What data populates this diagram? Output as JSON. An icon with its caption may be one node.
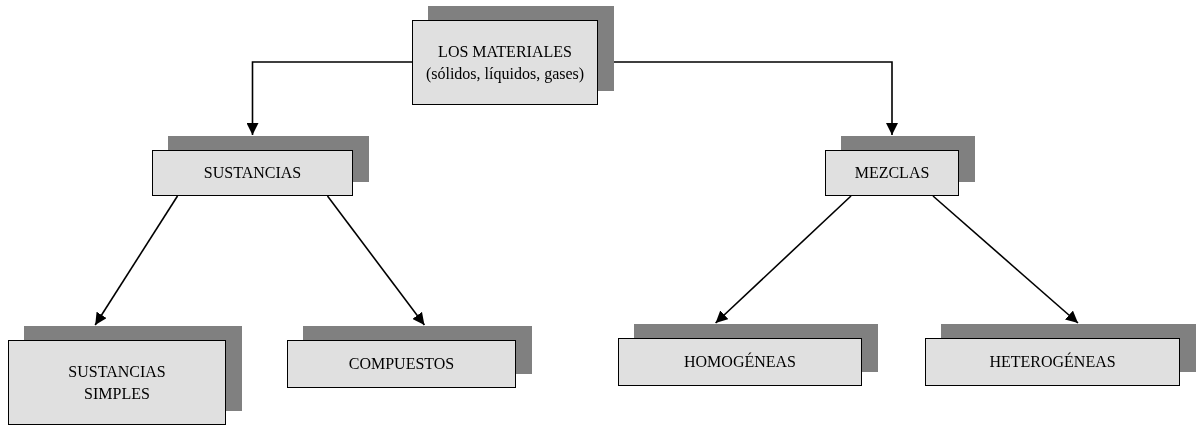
{
  "diagram": {
    "nodes": [
      {
        "text": [
          "LOS MATERIALES (sólidos, líquidos, gases)"
        ]
      },
      {
        "text": [
          "SUSTANCIAS"
        ]
      },
      {
        "text": [
          "MEZCLAS"
        ]
      },
      {
        "text": [
          "SUSTANCIAS SIMPLES"
        ]
      },
      {
        "text": [
          "COMPUESTOS"
        ]
      },
      {
        "text": [
          "HOMOGÉNEAS"
        ]
      },
      {
        "text": [
          "HETEROGÉNEAS"
        ]
      }
    ],
    "edges": [
      {
        "from": 0,
        "to": 1,
        "arrow": "to"
      },
      {
        "from": 0,
        "to": 2,
        "arrow": "to"
      },
      {
        "from": 1,
        "to": 3,
        "arrow": "to"
      },
      {
        "from": 1,
        "to": 4,
        "arrow": "to"
      },
      {
        "from": 2,
        "to": 5,
        "arrow": "to"
      },
      {
        "from": 2,
        "to": 6,
        "arrow": "to"
      }
    ]
  }
}
